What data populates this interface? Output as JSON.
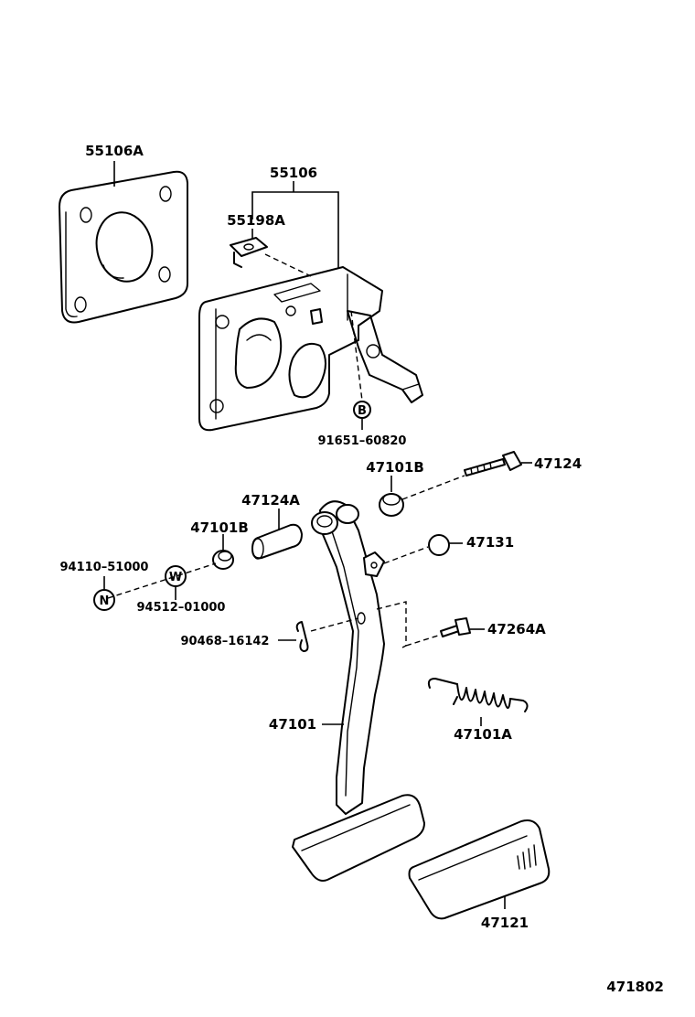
{
  "diagram_id": "471802",
  "parts": {
    "p55106A": "55106A",
    "p55106": "55106",
    "p55198A": "55198A",
    "p91651": "91651–60820",
    "p47101B_top": "47101B",
    "p47124": "47124",
    "p47124A": "47124A",
    "p47101B_left": "47101B",
    "p47131": "47131",
    "p94110": "94110–51000",
    "p94512": "94512–01000",
    "p90468": "90468–16142",
    "p47264A": "47264A",
    "p47101": "47101",
    "p47101A": "47101A",
    "p47121": "47121"
  },
  "callouts": {
    "b": "B",
    "w": "W",
    "n": "N"
  }
}
